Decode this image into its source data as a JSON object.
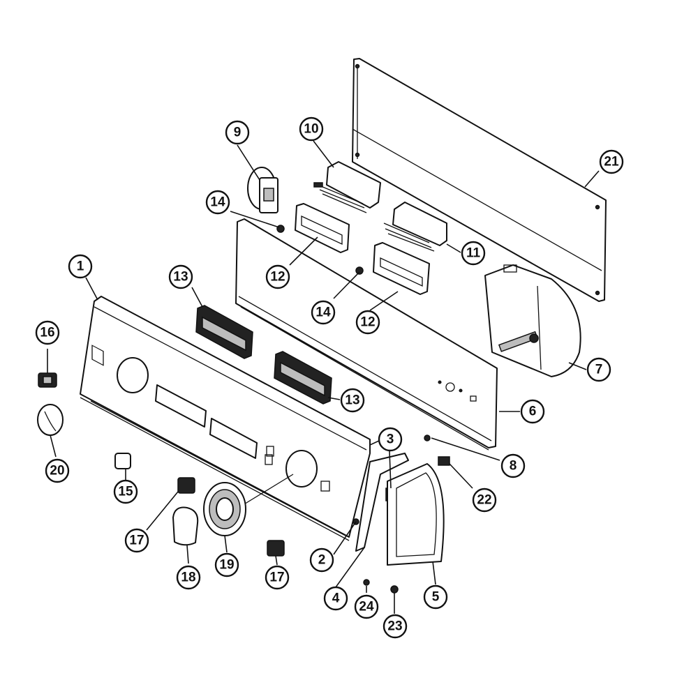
{
  "diagram": {
    "callouts": [
      {
        "id": "c1",
        "label": "1"
      },
      {
        "id": "c2",
        "label": "2"
      },
      {
        "id": "c3",
        "label": "3"
      },
      {
        "id": "c4",
        "label": "4"
      },
      {
        "id": "c5",
        "label": "5"
      },
      {
        "id": "c6",
        "label": "6"
      },
      {
        "id": "c7",
        "label": "7"
      },
      {
        "id": "c8",
        "label": "8"
      },
      {
        "id": "c9",
        "label": "9"
      },
      {
        "id": "c10",
        "label": "10"
      },
      {
        "id": "c11",
        "label": "11"
      },
      {
        "id": "c12a",
        "label": "12"
      },
      {
        "id": "c12b",
        "label": "12"
      },
      {
        "id": "c13a",
        "label": "13"
      },
      {
        "id": "c13b",
        "label": "13"
      },
      {
        "id": "c14a",
        "label": "14"
      },
      {
        "id": "c14b",
        "label": "14"
      },
      {
        "id": "c15",
        "label": "15"
      },
      {
        "id": "c16",
        "label": "16"
      },
      {
        "id": "c17a",
        "label": "17"
      },
      {
        "id": "c17b",
        "label": "17"
      },
      {
        "id": "c18",
        "label": "18"
      },
      {
        "id": "c19",
        "label": "19"
      },
      {
        "id": "c20",
        "label": "20"
      },
      {
        "id": "c21",
        "label": "21"
      },
      {
        "id": "c22",
        "label": "22"
      },
      {
        "id": "c23",
        "label": "23"
      },
      {
        "id": "c24",
        "label": "24"
      }
    ]
  }
}
